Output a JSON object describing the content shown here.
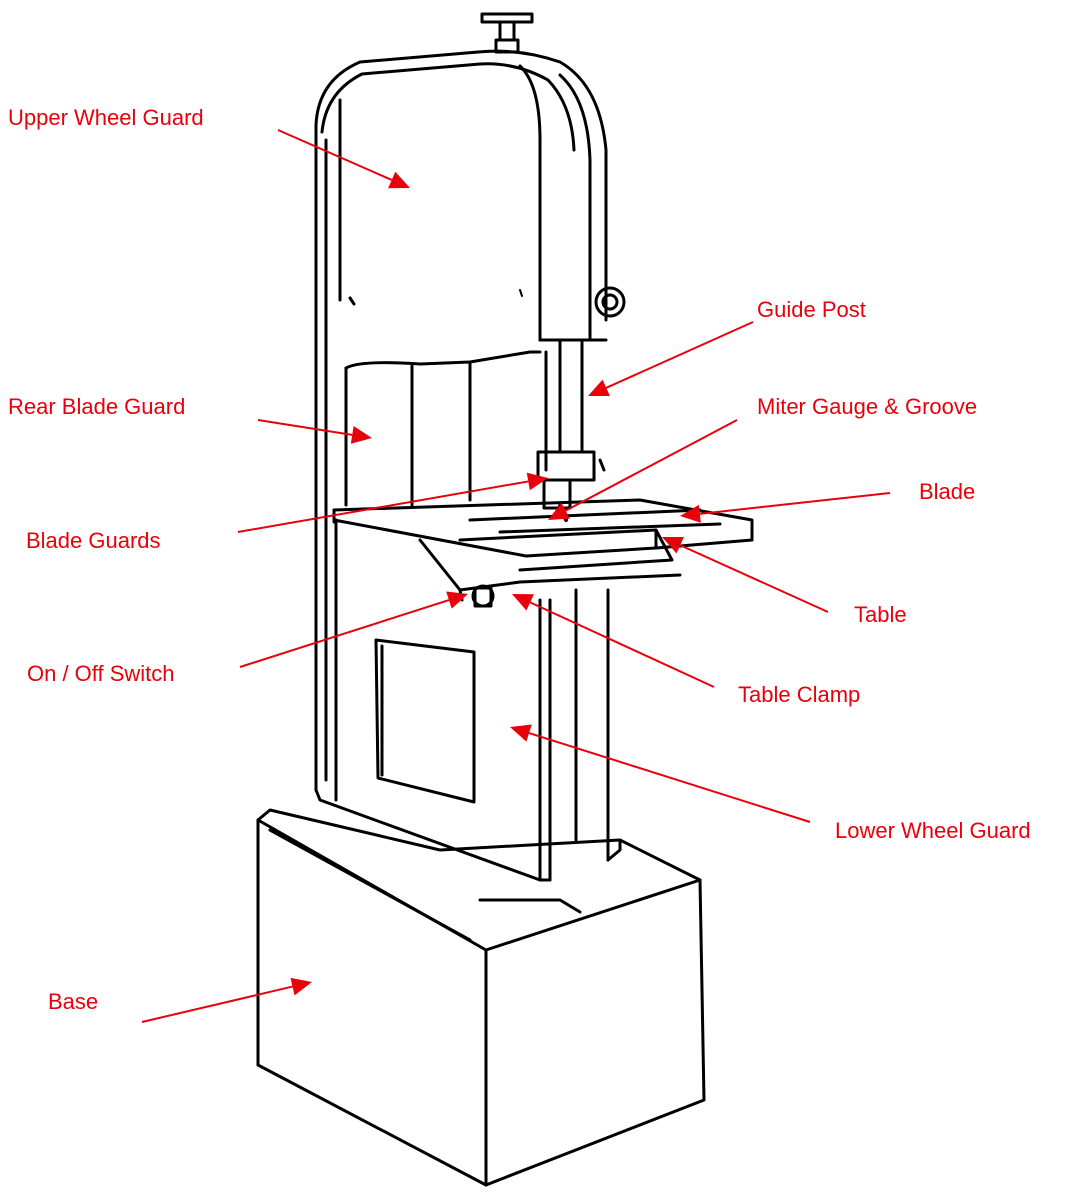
{
  "colors": {
    "label": "#e8000b",
    "arrow": "#e8000b",
    "ink": "#000000",
    "background": "#ffffff"
  },
  "labels": [
    {
      "id": "upper-wheel-guard",
      "text": "Upper Wheel Guard"
    },
    {
      "id": "guide-post",
      "text": "Guide Post"
    },
    {
      "id": "rear-blade-guard",
      "text": "Rear Blade Guard"
    },
    {
      "id": "miter-gauge-groove",
      "text": "Miter Gauge & Groove"
    },
    {
      "id": "blade",
      "text": "Blade"
    },
    {
      "id": "blade-guards",
      "text": "Blade Guards"
    },
    {
      "id": "table",
      "text": "Table"
    },
    {
      "id": "on-off-switch",
      "text": "On / Off Switch"
    },
    {
      "id": "table-clamp",
      "text": "Table Clamp"
    },
    {
      "id": "lower-wheel-guard",
      "text": "Lower Wheel Guard"
    },
    {
      "id": "base",
      "text": "Base"
    }
  ]
}
